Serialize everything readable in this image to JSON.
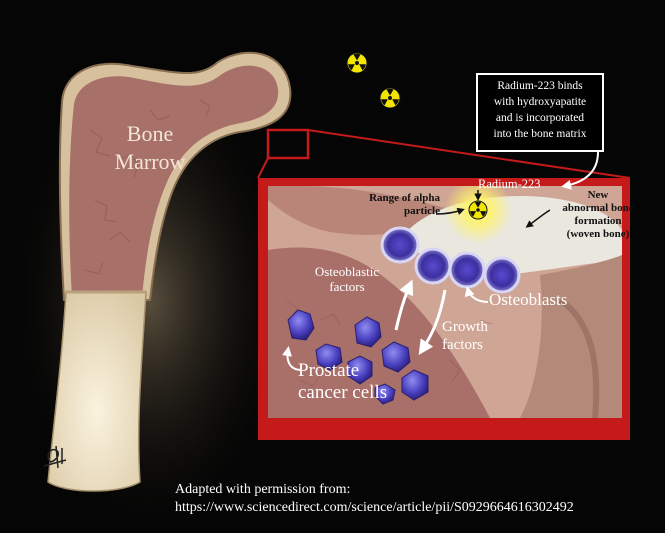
{
  "labels": {
    "bone_marrow_line1": "Bone",
    "bone_marrow_line2": "Marrow",
    "callout_lines": [
      "Radium-223 binds",
      "with hydroxyapatite",
      "and is incorporated",
      "into the bone matrix"
    ],
    "radium": "Radium-223",
    "range_line1": "Range of alpha",
    "range_line2": "particle",
    "new_bone_lines": [
      "New",
      "abnormal bone",
      "formation",
      "(woven bone)"
    ],
    "osteoblastic_line1": "Osteoblastic",
    "osteoblastic_line2": "factors",
    "osteoblasts": "Osteoblasts",
    "growth_line1": "Growth",
    "growth_line2": "factors",
    "prostate_line1": "Prostate",
    "prostate_line2": "cancer cells"
  },
  "credit": {
    "line1": "Adapted with permission from:",
    "line2": "https://www.sciencedirect.com/science/article/pii/S0929664616302492"
  },
  "colors": {
    "frame": "#c41a1a",
    "bone_shaft": "#e9dcc0",
    "marrow": "#a77068",
    "cell": "#4a3fbf",
    "radiation_symbol": "#f2e600"
  },
  "icons": [
    "radiation-icon",
    "signature-mark"
  ]
}
